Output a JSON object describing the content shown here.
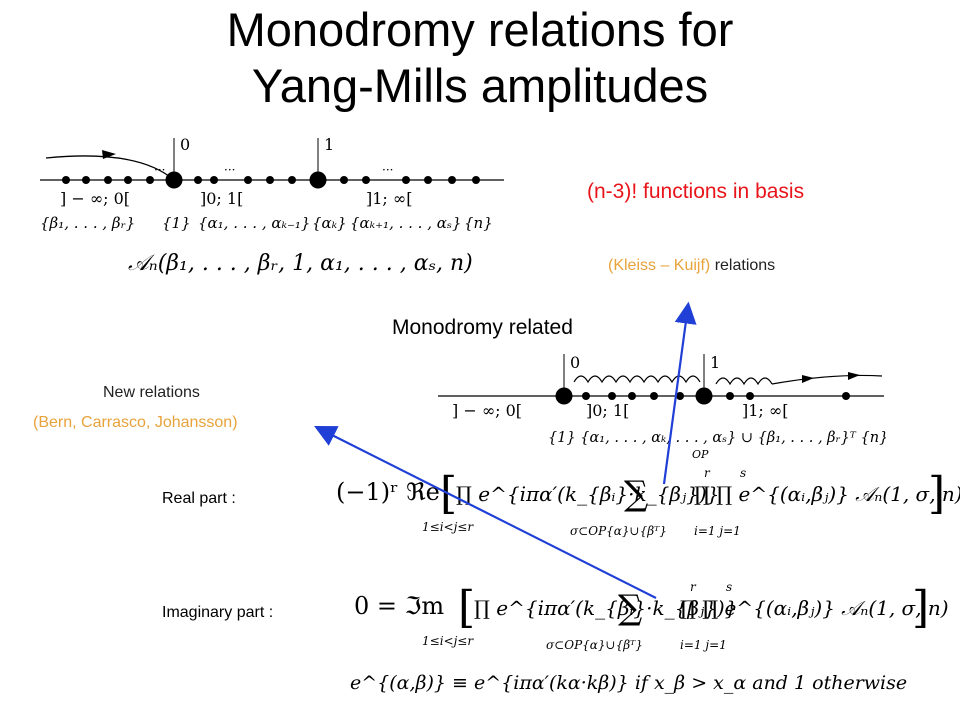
{
  "title": {
    "line1": "Monodromy relations for",
    "line2": "Yang-Mills amplitudes"
  },
  "diagram1": {
    "tick0": "0",
    "tick1": "1",
    "intervals": [
      "] − ∞; 0[",
      "]0; 1[",
      "]1; ∞["
    ],
    "sets": [
      "{β₁, . . . , βᵣ}",
      "{1}",
      "{α₁, . . . , αₖ₋₁}",
      "{αₖ}",
      "{αₖ₊₁, . . . , αₛ}",
      "{n}"
    ],
    "amplitude": "𝒜ₙ(β₁, . . . , βᵣ, 1, α₁, . . . , αₛ, n)"
  },
  "annotations": {
    "basis": "(n-3)! functions in basis",
    "kk_source": "(Kleiss – Kuijf)",
    "kk_suffix": " relations",
    "monodromy_related": "Monodromy related",
    "new_relations": "New relations",
    "bcj": "(Bern, Carrasco, Johansson)",
    "real_part": "Real part :",
    "imag_part": "Imaginary part :"
  },
  "diagram2": {
    "tick0": "0",
    "tick1": "1",
    "intervals": [
      "] − ∞; 0[",
      "]0; 1[",
      "]1; ∞["
    ],
    "sets": "{1} {α₁, . . . , αₖ, . . . , αₛ} ∪ {β₁, . . . , βᵣ}ᵀ {n}",
    "op_label": "OP"
  },
  "equations": {
    "real_prefix": "(−1)ʳ ℜe",
    "imag_prefix": "0 = ℑm",
    "product_body": "∏ e^{iπα′(k_{βᵢ}·k_{βⱼ})}",
    "product_range": "1≤i<j≤r",
    "sum_range": "σ⊂OP{α}∪{βᵀ}",
    "double_prod": "∏ ∏ e^{(αᵢ,βⱼ)} 𝒜ₙ(1, σ, n)",
    "double_prod_ranges": "i=1  j=1",
    "upper_r": "r",
    "upper_s": "s",
    "definition": "e^{(α,β)} ≡ e^{iπα′(kα·kβ)} if x_β > x_α and 1 otherwise"
  },
  "colors": {
    "arrow": "#1f3fd6",
    "highlight_red": "#e8141a",
    "highlight_orange": "#e8a33b"
  }
}
